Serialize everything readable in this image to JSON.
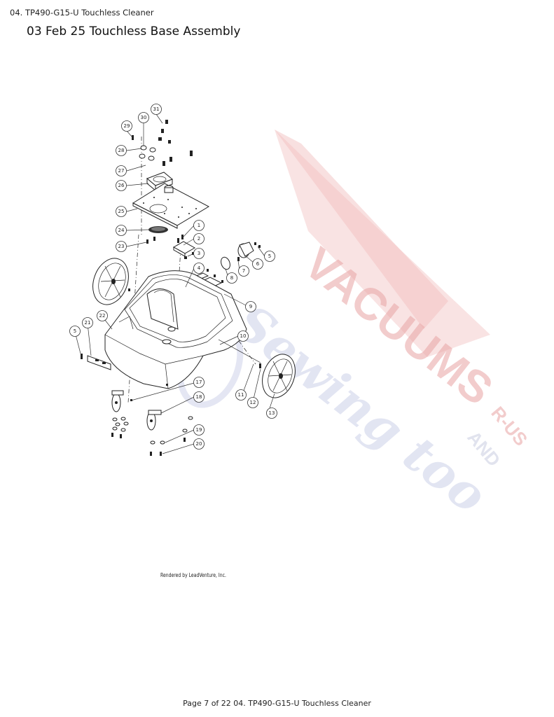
{
  "header": {
    "doc_ref": "04. TP490-G15-U Touchless Cleaner",
    "title": "03 Feb 25 Touchless Base Assembly"
  },
  "diagram": {
    "callouts": [
      "1",
      "2",
      "3",
      "4",
      "5",
      "6",
      "7",
      "8",
      "9",
      "10",
      "11",
      "12",
      "13",
      "17",
      "18",
      "19",
      "20",
      "21",
      "22",
      "23",
      "24",
      "25",
      "26",
      "27",
      "28",
      "29",
      "30",
      "31"
    ],
    "rendered_by": "Rendered by LeadVenture, Inc."
  },
  "watermark": {
    "line1": "VACUUMS",
    "line2": "R-US",
    "line3": "AND",
    "script": "Sewing too",
    "colors": {
      "red": "#e8a0a0",
      "blue": "#b8bedf"
    }
  },
  "footer": {
    "text": "Page 7 of 22 04. TP490-G15-U Touchless Cleaner"
  }
}
